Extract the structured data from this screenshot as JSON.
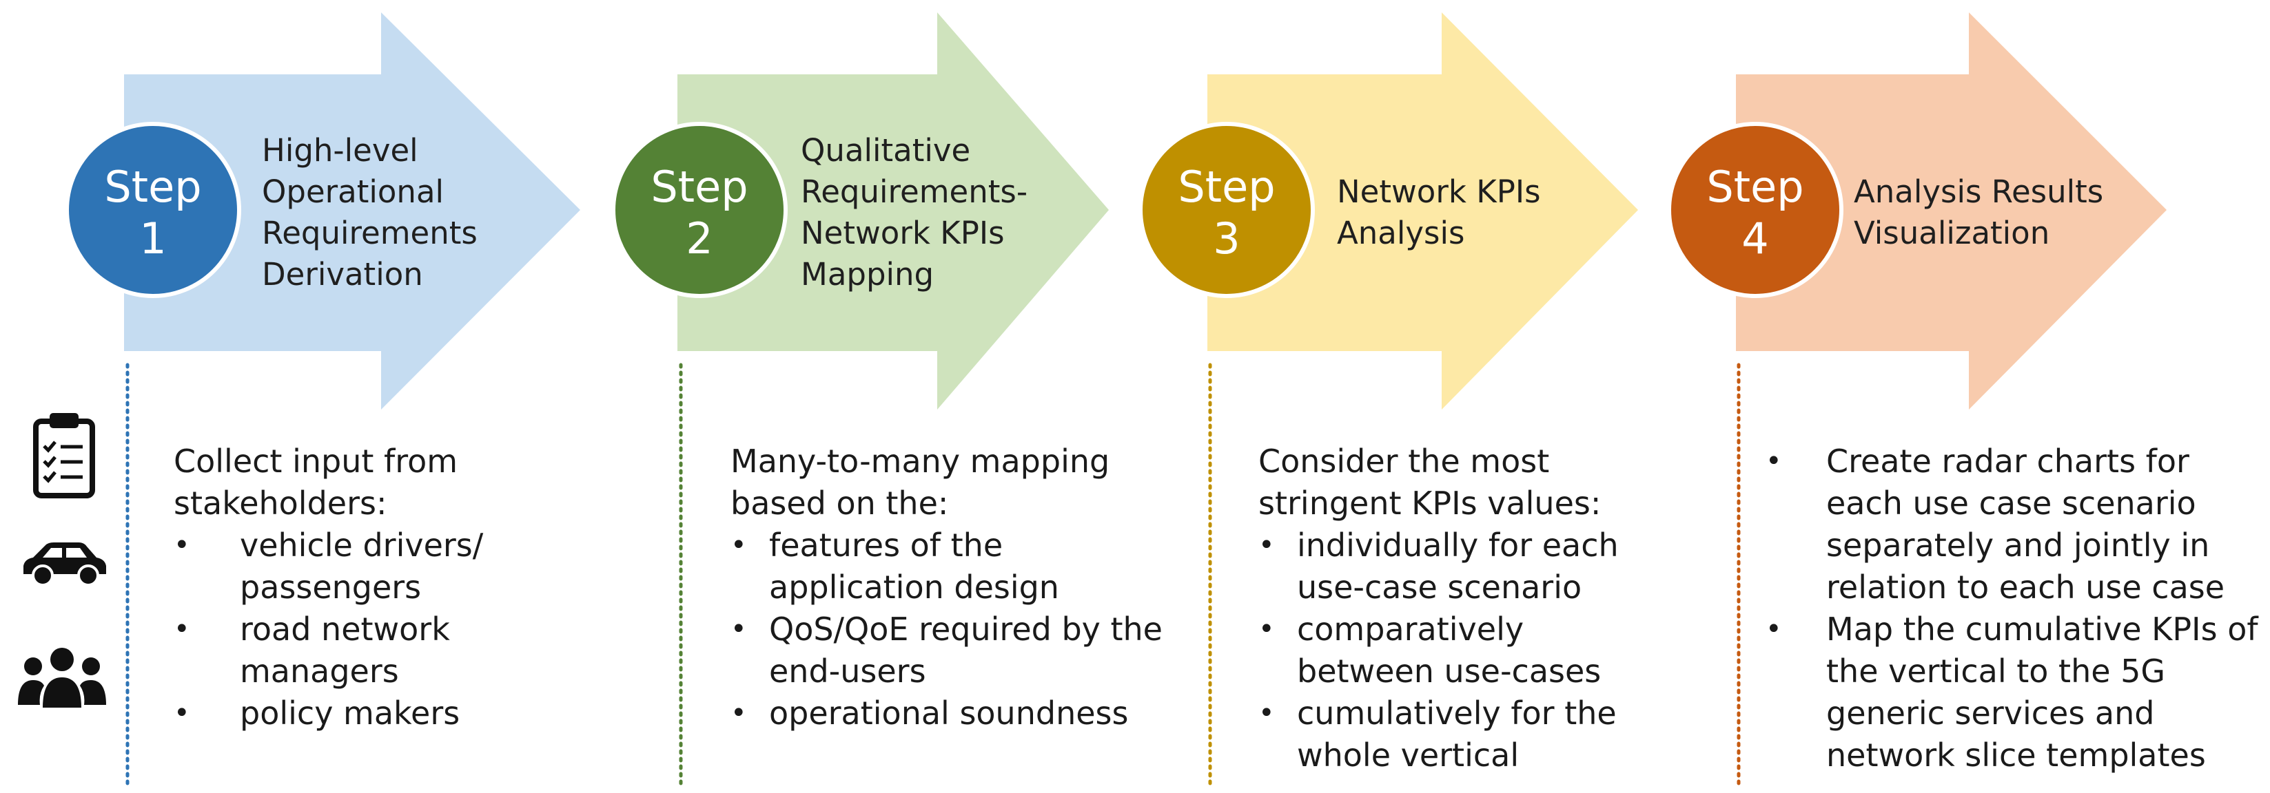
{
  "steps": [
    {
      "word": "Step",
      "number": "1",
      "title_lines": [
        "High-level",
        "Operational",
        "Requirements",
        "Derivation"
      ],
      "arrow_color": "#c5dcf1",
      "circle_color": "#2e74b5",
      "dot_color": "#2e74b5"
    },
    {
      "word": "Step",
      "number": "2",
      "title_lines": [
        "Qualitative",
        "Requirements-",
        "Network KPIs",
        "Mapping"
      ],
      "arrow_color": "#cfe3bd",
      "circle_color": "#548235",
      "dot_color": "#548235"
    },
    {
      "word": "Step",
      "number": "3",
      "title_lines": [
        "Network KPIs",
        "Analysis"
      ],
      "arrow_color": "#fde9a6",
      "circle_color": "#bf9000",
      "dot_color": "#bf9000"
    },
    {
      "word": "Step",
      "number": "4",
      "title_lines": [
        "Analysis Results",
        "Visualization"
      ],
      "arrow_color": "#f8cbad",
      "circle_color": "#c55a11",
      "dot_color": "#c55a11"
    }
  ],
  "descriptions": [
    {
      "intro": "Collect input from\nstakeholders:",
      "bullets": [
        "vehicle drivers/ passengers",
        "road network managers",
        "policy makers"
      ]
    },
    {
      "intro": "Many-to-many mapping\nbased on the:",
      "bullets": [
        "features of the application design",
        "QoS/QoE required by the end-users",
        "operational soundness"
      ]
    },
    {
      "intro": "Consider the most\nstringent KPIs values:",
      "bullets": [
        "individually for each use-case scenario",
        "comparatively between use-cases",
        "cumulatively for the whole vertical"
      ]
    },
    {
      "intro": "",
      "bullets": [
        "Create radar charts for each use case scenario separately and jointly in relation to each use case",
        "Map the cumulative KPIs of the vertical to the 5G generic services and network slice templates"
      ]
    }
  ],
  "side_icons": [
    "clipboard-checklist-icon",
    "car-icon",
    "people-group-icon"
  ]
}
